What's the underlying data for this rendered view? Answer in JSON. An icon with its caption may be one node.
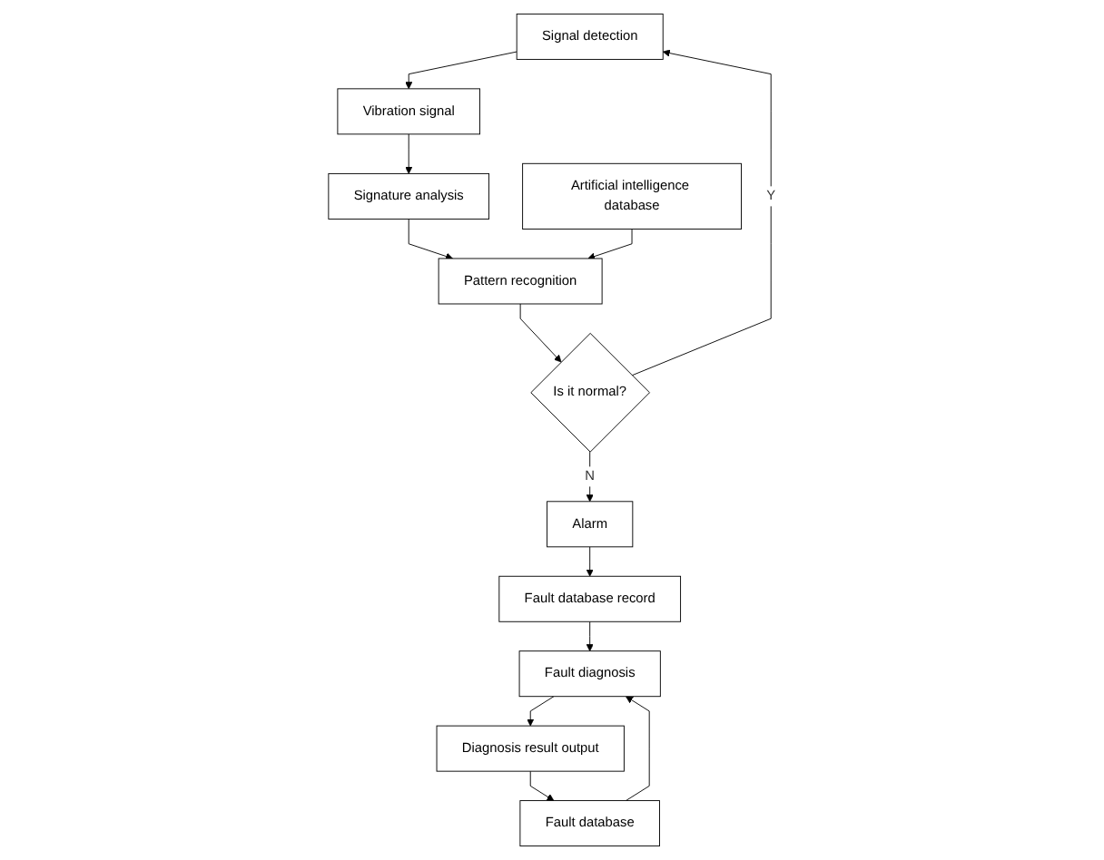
{
  "diagram": {
    "nodes": [
      {
        "text": [
          "Signal detection"
        ]
      },
      {
        "text": [
          "Vibration signal"
        ]
      },
      {
        "text": [
          "Signature analysis"
        ]
      },
      {
        "text": [
          "Artificial intelligence database"
        ]
      },
      {
        "text": [
          "Pattern recognition"
        ]
      },
      {
        "text": [
          "Is it normal?"
        ]
      },
      {
        "text": [
          "Alarm"
        ]
      },
      {
        "text": [
          "Fault database record"
        ]
      },
      {
        "text": [
          "Fault diagnosis"
        ]
      },
      {
        "text": [
          "Fault database"
        ]
      },
      {
        "text": [
          "Diagnosis result output"
        ]
      }
    ],
    "edges": [
      {
        "from": 0,
        "to": 1,
        "arrow": "to"
      },
      {
        "from": 1,
        "to": 2,
        "arrow": "to"
      },
      {
        "from": 2,
        "to": 4,
        "arrow": "to"
      },
      {
        "from": 3,
        "to": 4,
        "arrow": "to"
      },
      {
        "from": 4,
        "to": 5,
        "arrow": "to"
      },
      {
        "from": 5,
        "to": 0,
        "label": "Y",
        "arrow": "to"
      },
      {
        "from": 5,
        "to": 6,
        "label": "N",
        "arrow": "to"
      },
      {
        "from": 6,
        "to": 7,
        "arrow": "to"
      },
      {
        "from": 7,
        "to": 8,
        "arrow": "to"
      },
      {
        "from": 9,
        "to": 8,
        "arrow": "to"
      },
      {
        "from": 8,
        "to": 10,
        "arrow": "to"
      },
      {
        "from": 10,
        "to": 9,
        "arrow": "to"
      }
    ]
  }
}
